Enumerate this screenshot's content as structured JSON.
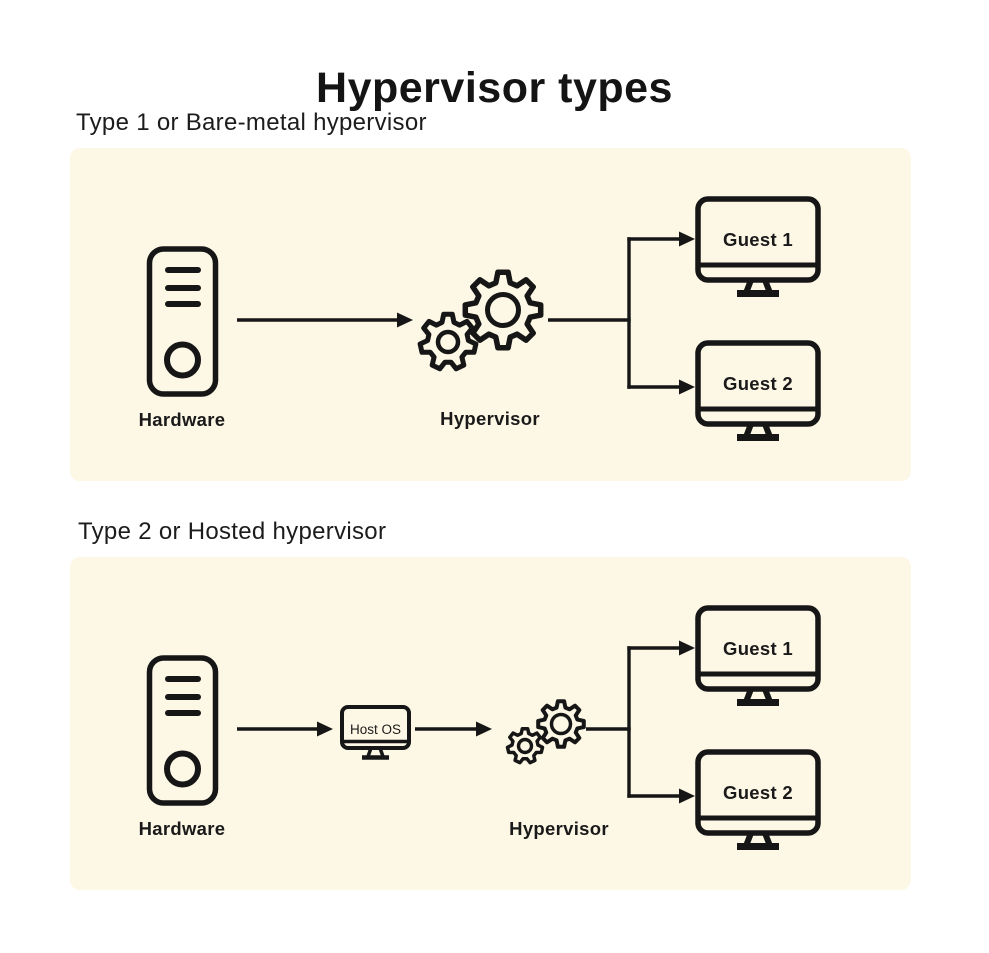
{
  "header": {
    "title": "Hypervisor types"
  },
  "sections": [
    {
      "label": "Type 1 or Bare-metal hypervisor",
      "hardware_label": "Hardware",
      "hypervisor_label": "Hypervisor",
      "guest1_label": "Guest 1",
      "guest2_label": "Guest 2"
    },
    {
      "label": "Type 2 or Hosted hypervisor",
      "hardware_label": "Hardware",
      "host_os_label": "Host OS",
      "hypervisor_label": "Hypervisor",
      "guest1_label": "Guest 1",
      "guest2_label": "Guest 2"
    }
  ],
  "icons": {
    "hardware": "server-tower-icon",
    "hypervisor": "gears-icon",
    "guest": "monitor-icon",
    "host_os": "monitor-icon"
  },
  "colors": {
    "page_background": "#FFFFFF",
    "panel_background": "#FDF7E5",
    "ink": "#1A1A1A"
  }
}
